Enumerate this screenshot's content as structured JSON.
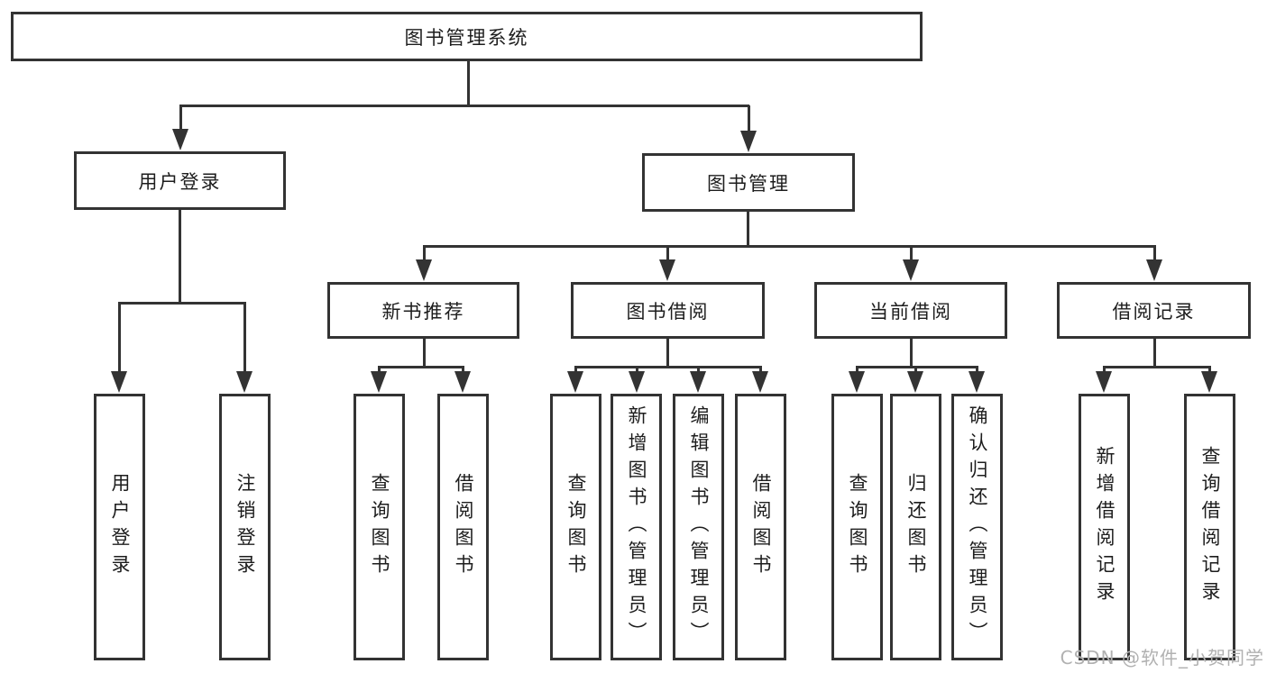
{
  "tree": {
    "root": "图书管理系统",
    "level2": [
      "用户登录",
      "图书管理"
    ],
    "level3": [
      "新书推荐",
      "图书借阅",
      "当前借阅",
      "借阅记录"
    ],
    "leaves": {
      "login": [
        "用户登录",
        "注销登录"
      ],
      "recommend": [
        "查询图书",
        "借阅图书"
      ],
      "borrow": [
        "查询图书",
        "新增图书（管理员）",
        "编辑图书（管理员）",
        "借阅图书"
      ],
      "current": [
        "查询图书",
        "归还图书",
        "确认归还（管理员）"
      ],
      "records": [
        "新增借阅记录",
        "查询借阅记录"
      ]
    }
  },
  "watermark": "CSDN @软件_小贺同学",
  "colors": {
    "line": "#333333",
    "text": "#1d1d1d",
    "watermark": "#b1b1b1",
    "background": "#ffffff"
  }
}
